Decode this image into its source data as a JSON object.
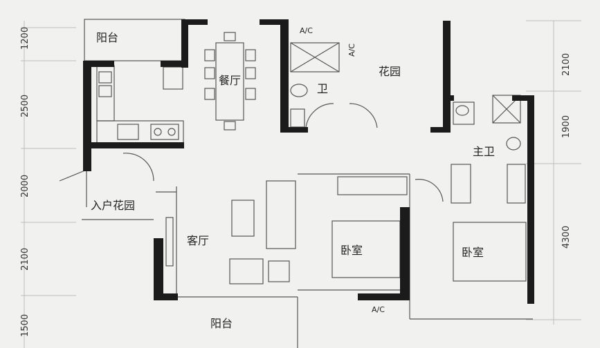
{
  "rooms": {
    "balcony_top": "阳台",
    "dining": "餐厅",
    "bath": "卫",
    "garden": "花园",
    "master_bath": "主卫",
    "entry_garden": "入户花园",
    "living": "客厅",
    "bedroom_1": "卧室",
    "bedroom_2": "卧室",
    "balcony_bottom": "阳台"
  },
  "ac_labels": {
    "top": "A/C",
    "vertical": "A/C",
    "bottom": "A/C"
  },
  "dimensions": {
    "left": [
      "1200",
      "2500",
      "2000",
      "2100",
      "1500"
    ],
    "right": [
      "2100",
      "1900",
      "4300"
    ]
  },
  "colors": {
    "wall": "#1b1b1b",
    "line": "#555555",
    "background": "#f1f1ef"
  }
}
